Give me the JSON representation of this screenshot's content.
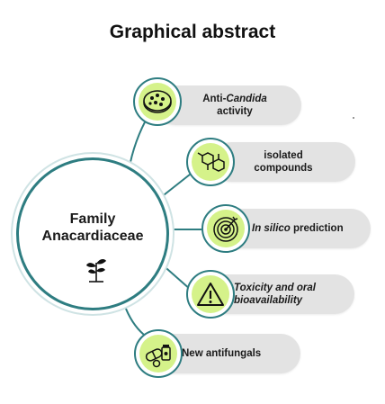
{
  "title": "Graphical abstract",
  "hub": {
    "line1": "Family",
    "line2": "Anacardiaceae",
    "icon": "plant-sprout-icon"
  },
  "items": [
    {
      "text_part1": "Anti-",
      "text_italic": "Candida",
      "line2": "activity",
      "icon": "petri-dish-icon"
    },
    {
      "line1": "isolated",
      "line2": "compounds",
      "icon": "molecule-structure-icon"
    },
    {
      "text_italic": "In silico",
      "text_rest": " prediction",
      "icon": "target-icon"
    },
    {
      "line1": "Toxicity and oral",
      "line2": "bioavailability",
      "icon": "warning-triangle-icon"
    },
    {
      "line1": "New antifungals",
      "icon": "pills-icon"
    }
  ],
  "colors": {
    "teal": "#2e7d81",
    "lime": "#d5f28a",
    "pill_gray": "#e3e3e3"
  }
}
